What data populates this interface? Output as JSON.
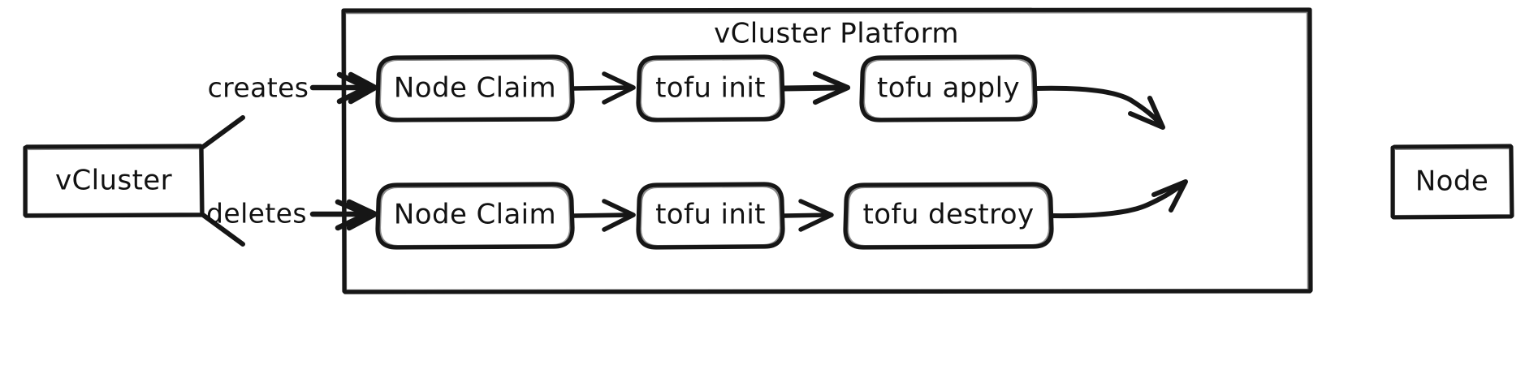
{
  "diagram": {
    "type": "flow-diagram",
    "style": "hand-drawn",
    "background_color": "#ffffff",
    "stroke_color": "#161616",
    "text_color": "#121212",
    "group": {
      "title": "vCluster Platform",
      "name": "vcluster-platform-group"
    },
    "nodes": [
      {
        "id": "vcluster",
        "label": "vCluster",
        "shape": "rect"
      },
      {
        "id": "node-claim-top",
        "label": "Node Claim",
        "shape": "rounded-rect"
      },
      {
        "id": "tofu-init-top",
        "label": "tofu init",
        "shape": "rounded-rect"
      },
      {
        "id": "tofu-apply",
        "label": "tofu apply",
        "shape": "rounded-rect"
      },
      {
        "id": "node-claim-bot",
        "label": "Node Claim",
        "shape": "rounded-rect"
      },
      {
        "id": "tofu-init-bot",
        "label": "tofu init",
        "shape": "rounded-rect"
      },
      {
        "id": "tofu-destroy",
        "label": "tofu destroy",
        "shape": "rounded-rect"
      },
      {
        "id": "node",
        "label": "Node",
        "shape": "rect"
      }
    ],
    "edges": [
      {
        "from": "vcluster",
        "to": "node-claim-top",
        "label": "creates"
      },
      {
        "from": "node-claim-top",
        "to": "tofu-init-top",
        "label": ""
      },
      {
        "from": "tofu-init-top",
        "to": "tofu-apply",
        "label": ""
      },
      {
        "from": "tofu-apply",
        "to": "node",
        "label": ""
      },
      {
        "from": "vcluster",
        "to": "node-claim-bot",
        "label": "deletes"
      },
      {
        "from": "node-claim-bot",
        "to": "tofu-init-bot",
        "label": ""
      },
      {
        "from": "tofu-init-bot",
        "to": "tofu-destroy",
        "label": ""
      },
      {
        "from": "tofu-destroy",
        "to": "node",
        "label": ""
      }
    ]
  }
}
